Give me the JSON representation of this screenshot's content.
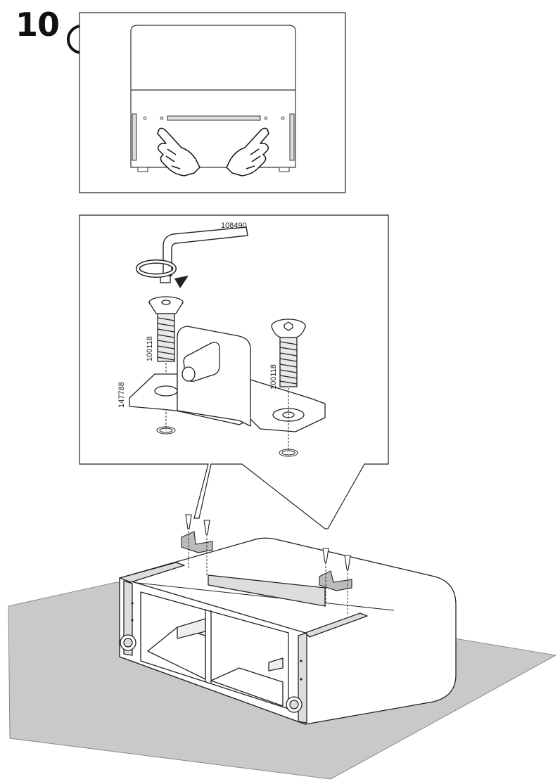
{
  "step": {
    "number": "10"
  },
  "icons": {
    "info": "info-icon"
  },
  "parts": {
    "hex_key": "108490",
    "screw_left": "100118",
    "screw_right": "100118",
    "bracket": "147788"
  }
}
